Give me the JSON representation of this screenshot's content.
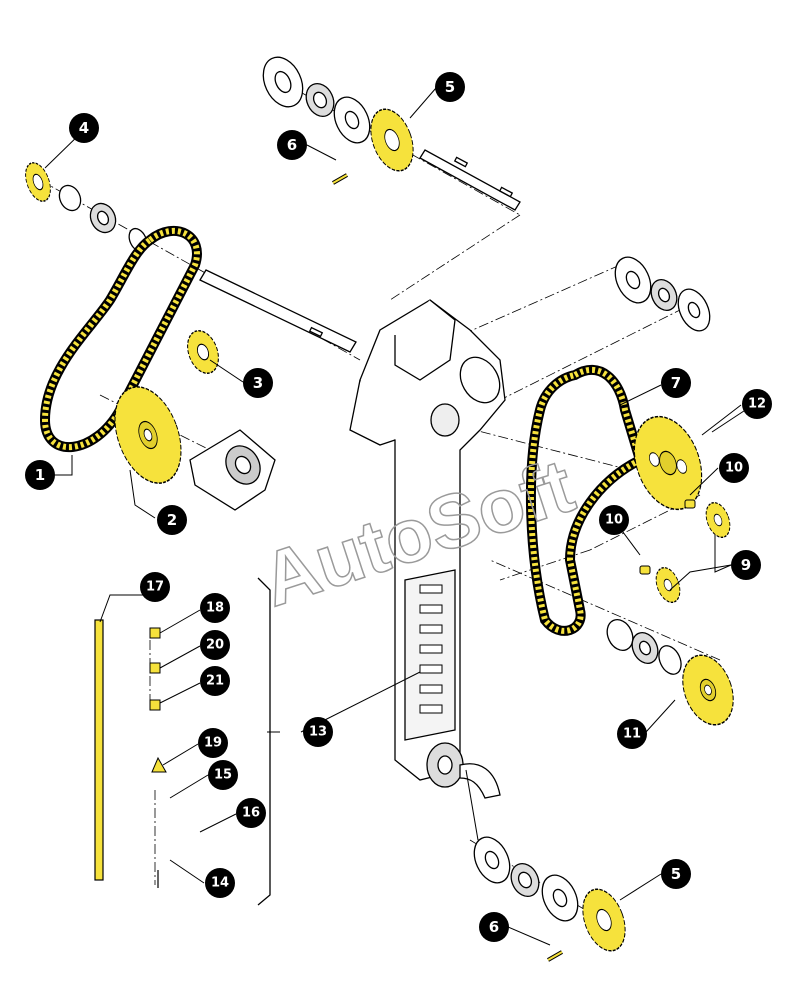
{
  "watermark": "AutoSoft",
  "colors": {
    "highlight": "#f6e23c",
    "outline": "#000000",
    "callout": "#000000",
    "callout_text": "#ffffff",
    "watermark": "#9a9a9a"
  },
  "callouts": [
    {
      "id": "1",
      "label": "1"
    },
    {
      "id": "2",
      "label": "2"
    },
    {
      "id": "3",
      "label": "3"
    },
    {
      "id": "4",
      "label": "4"
    },
    {
      "id": "5a",
      "label": "5"
    },
    {
      "id": "5b",
      "label": "5"
    },
    {
      "id": "6a",
      "label": "6"
    },
    {
      "id": "6b",
      "label": "6"
    },
    {
      "id": "7",
      "label": "7"
    },
    {
      "id": "9",
      "label": "9"
    },
    {
      "id": "10a",
      "label": "10"
    },
    {
      "id": "10b",
      "label": "10"
    },
    {
      "id": "11",
      "label": "11"
    },
    {
      "id": "12",
      "label": "12"
    },
    {
      "id": "13",
      "label": "13"
    },
    {
      "id": "14",
      "label": "14"
    },
    {
      "id": "15",
      "label": "15"
    },
    {
      "id": "16",
      "label": "16"
    },
    {
      "id": "17",
      "label": "17"
    },
    {
      "id": "18",
      "label": "18"
    },
    {
      "id": "19",
      "label": "19"
    },
    {
      "id": "20",
      "label": "20"
    },
    {
      "id": "21",
      "label": "21"
    }
  ]
}
